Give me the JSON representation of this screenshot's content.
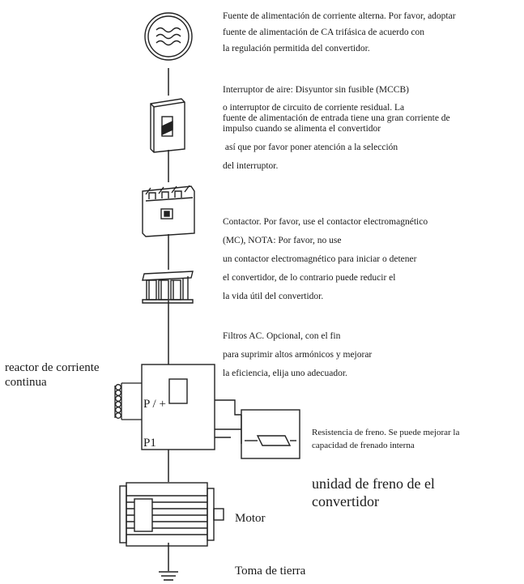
{
  "notes": {
    "ac_source": [
      "Fuente de alimentación de corriente alterna. Por favor, adoptar",
      "fuente de alimentación de CA trifásica  de acuerdo con",
      "la regulación permitida del convertidor."
    ],
    "breaker": [
      "Interruptor de aire: Disyuntor sin fusible (MCCB)",
      "o interruptor de circuito de corriente residual. La",
      "fuente de alimentación de entrada tiene una gran corriente de",
      "impulso cuando se alimenta el convertidor",
      " así que por favor poner atención a la selección",
      "del interruptor."
    ],
    "contactor": [
      "Contactor. Por favor, use el contactor electromagnético",
      "(MC), NOTA: Por favor, no use",
      "un contactor electromagnético para iniciar o detener",
      "el convertidor, de lo contrario puede reducir el",
      "la vida útil del convertidor."
    ],
    "ac_filter": [
      "Filtros AC. Opcional, con el fin",
      "para suprimir altos  armónicos y mejorar",
      "la eficiencia, elija uno adecuador."
    ],
    "dc_reactor": [
      "reactor de corriente",
      "continua"
    ],
    "brake_resistor": [
      "Resistencia de freno. Se puede mejorar la",
      "capacidad de frenado interna"
    ],
    "brake_unit": [
      "unidad de freno de el",
      "convertidor"
    ],
    "motor": "Motor",
    "ground": "Toma de tierra"
  },
  "terminals": {
    "p_plus": "P / +",
    "p1": "P1"
  },
  "icons": [
    "ac-source-icon",
    "breaker-icon",
    "contactor-icon",
    "filter-icon",
    "inverter-icon",
    "dc-reactor-icon",
    "brake-resistor-icon",
    "motor-icon",
    "ground-icon"
  ],
  "colors": {
    "line": "#222222",
    "background": "#ffffff"
  }
}
